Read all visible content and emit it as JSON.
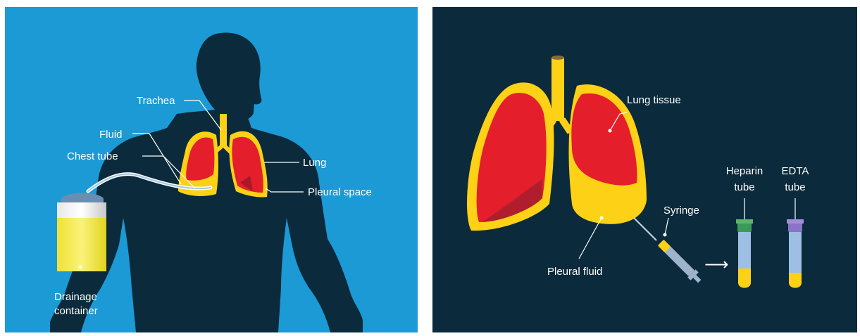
{
  "colors": {
    "left_background": "#1b9ad6",
    "right_background": "#0b2a3b",
    "silhouette": "#0b2a3b",
    "lung_red": "#e41e2b",
    "pleural_yellow": "#fcd116",
    "label_text": "#ffffff"
  },
  "left_panel": {
    "labels": {
      "trachea": "Trachea",
      "fluid": "Fluid",
      "chest_tube": "Chest tube",
      "lung": "Lung",
      "pleural_space": "Pleural space",
      "drainage_line1": "Drainage",
      "drainage_line2": "container"
    }
  },
  "right_panel": {
    "labels": {
      "lung_tissue": "Lung tissue",
      "pleural_fluid": "Pleural fluid",
      "syringe": "Syringe",
      "heparin_line1": "Heparin",
      "heparin_line2": "tube",
      "edta_line1": "EDTA",
      "edta_line2": "tube"
    },
    "arrow_glyph": "⟶"
  }
}
